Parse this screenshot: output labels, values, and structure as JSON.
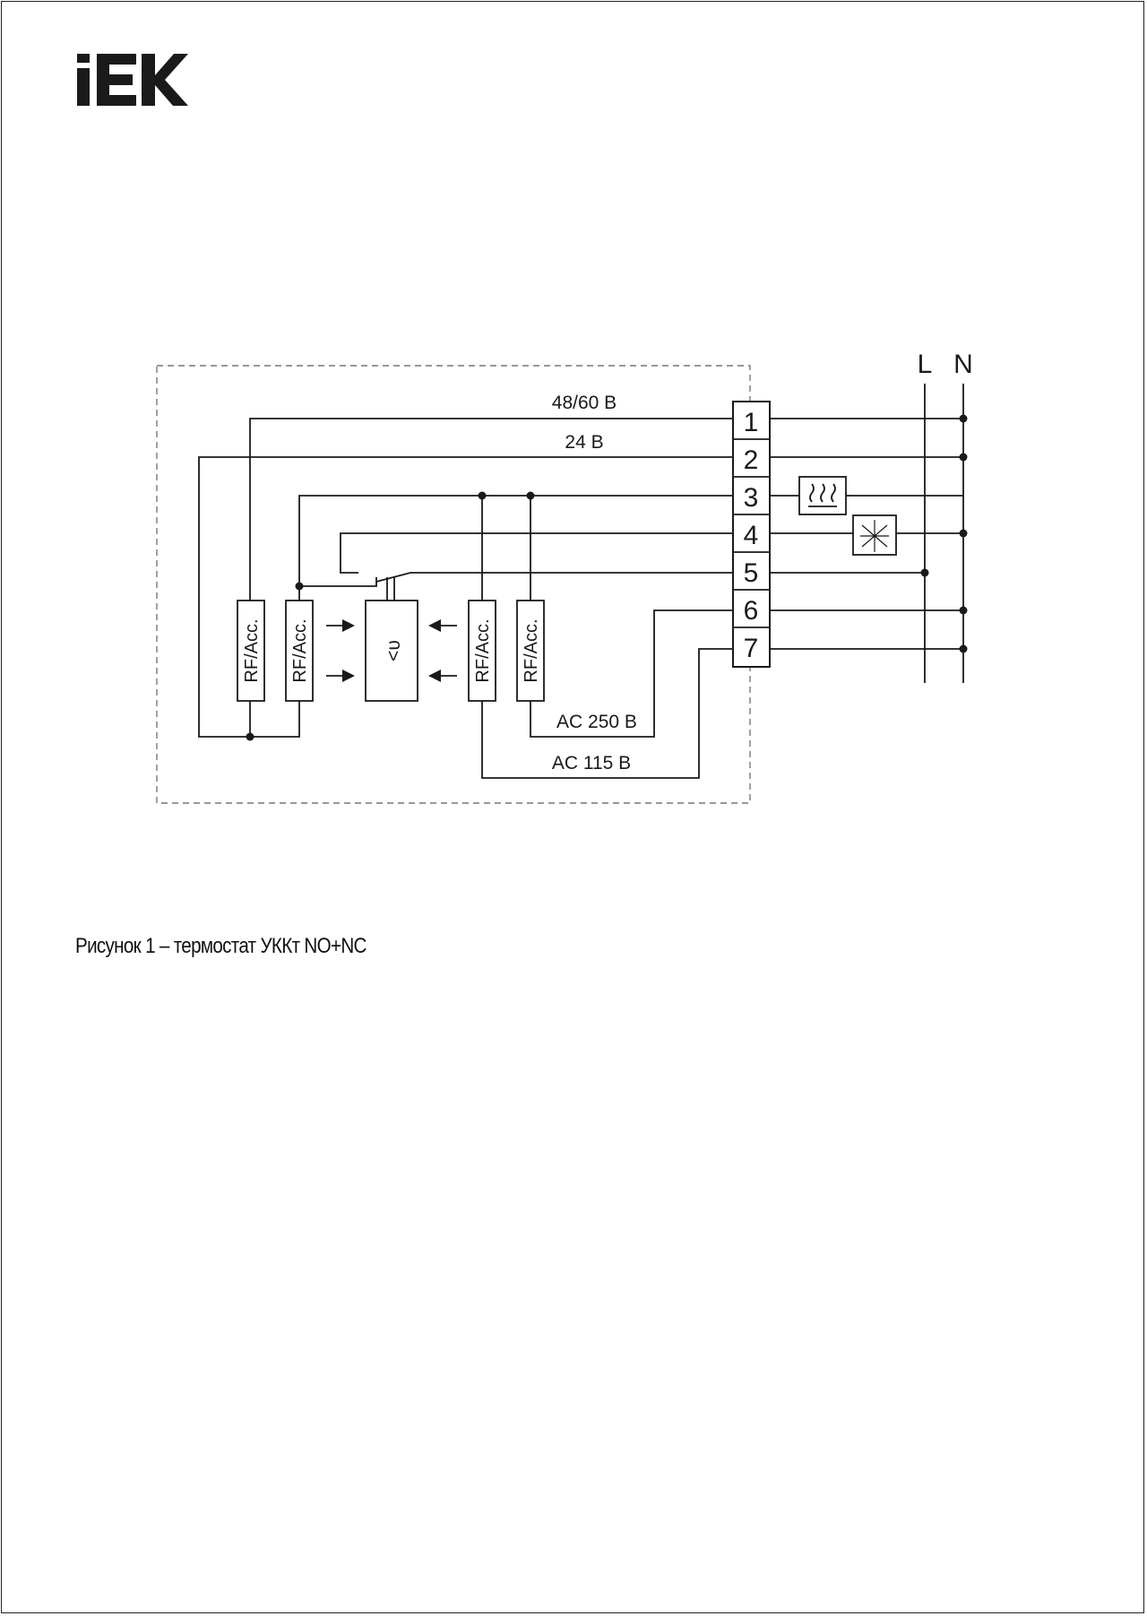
{
  "brand": {
    "logo_text": "IEK",
    "logo_color": "#1a1a1a"
  },
  "diagram": {
    "supply_labels": {
      "line": "L",
      "neutral": "N"
    },
    "wire_labels": {
      "v48_60": "48/60 В",
      "v24": "24 В",
      "ac250": "AC 250 В",
      "ac115": "AC 115 В"
    },
    "terminals": [
      "1",
      "2",
      "3",
      "4",
      "5",
      "6",
      "7"
    ],
    "modules": [
      "RF/Acc.",
      "RF/Acc.",
      "RF/Acc.",
      "RF/Acc."
    ],
    "thermostat_symbol": "<υ",
    "loads": {
      "heater": "heater-icon",
      "fan": "fan-icon"
    }
  },
  "caption": "Рисунок 1 – термостат УККт NO+NC"
}
